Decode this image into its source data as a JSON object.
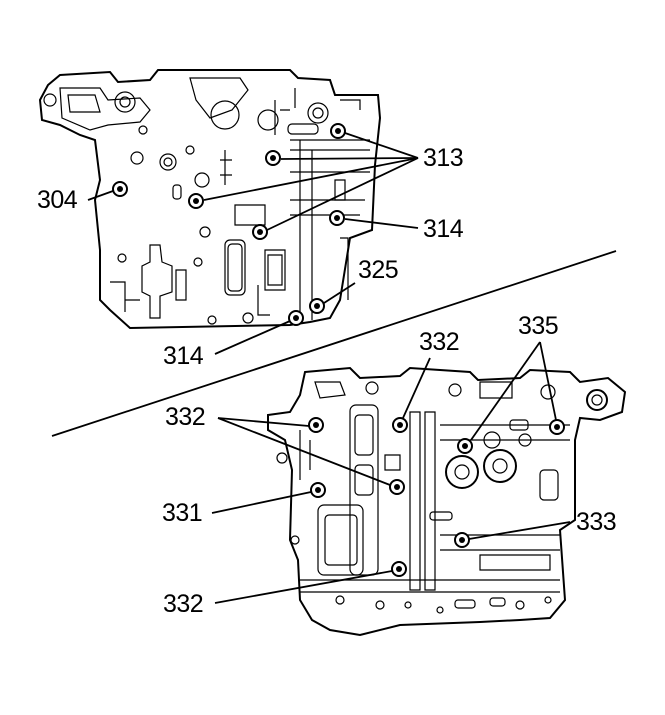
{
  "callouts": {
    "c313": "313",
    "c304": "304",
    "c314_right": "314",
    "c325": "325",
    "c314_bottom": "314",
    "c332_top": "332",
    "c335": "335",
    "c332_left": "332",
    "c331": "331",
    "c333": "333",
    "c332_bottom": "332"
  },
  "colors": {
    "ink": "#000000",
    "paper": "#ffffff"
  }
}
